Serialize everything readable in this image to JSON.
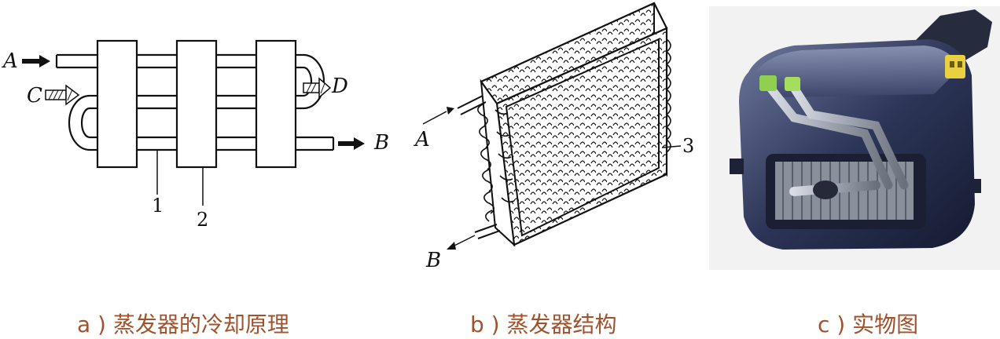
{
  "panel_a": {
    "labels": {
      "a": "A",
      "b": "B",
      "c": "C",
      "d": "D",
      "n1": "1",
      "n2": "2"
    },
    "caption": "a ) 蒸发器的冷却原理"
  },
  "panel_b": {
    "labels": {
      "a": "A",
      "b": "B",
      "n3": "3"
    },
    "caption": "b ) 蒸发器结构"
  },
  "panel_c": {
    "caption": "c ) 实物图"
  },
  "colors": {
    "caption": "#a0522d",
    "line": "#111111"
  }
}
